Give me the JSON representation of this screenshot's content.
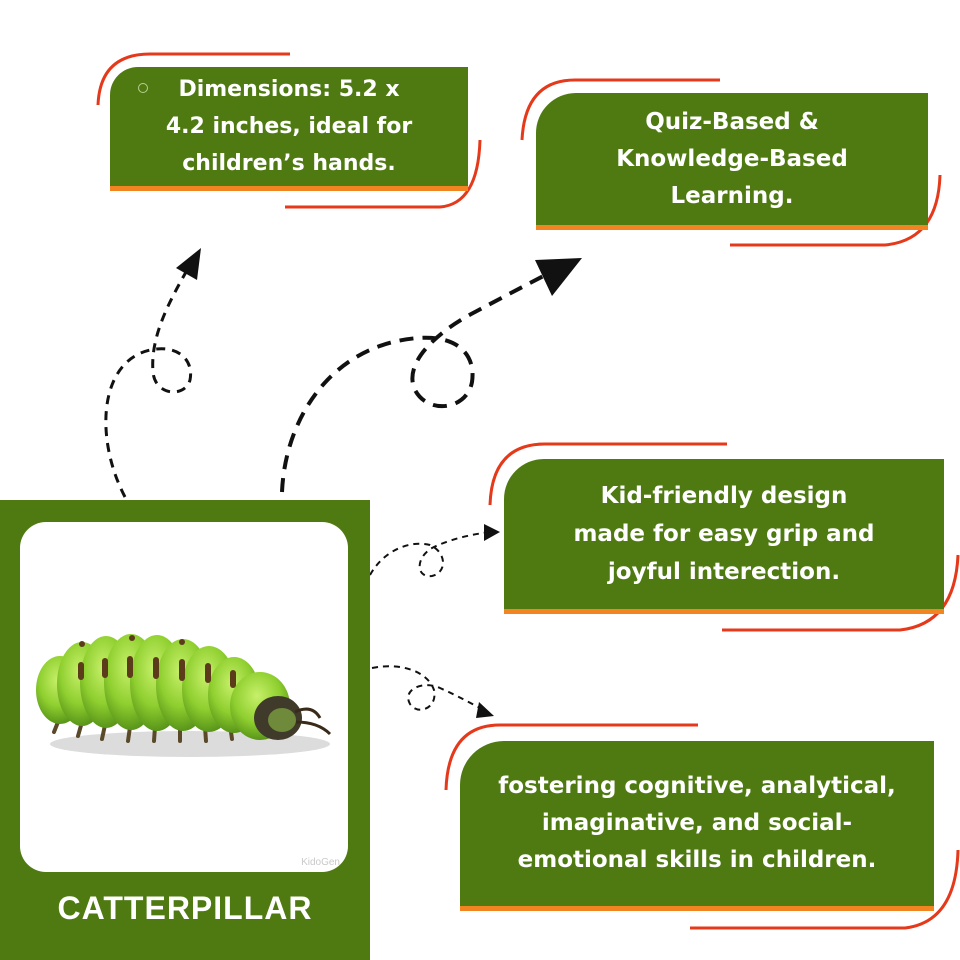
{
  "features": [
    {
      "lines": [
        "Dimensions: 5.2 x",
        "4.2 inches, ideal for",
        "children’s hands."
      ]
    },
    {
      "lines": [
        "Quiz-Based &",
        "Knowledge-Based",
        "Learning."
      ]
    },
    {
      "lines": [
        "Kid-friendly design",
        "made for easy grip and",
        "joyful interection."
      ]
    },
    {
      "lines": [
        "fostering cognitive, analytical,",
        "imaginative, and social-",
        "emotional skills in children."
      ]
    }
  ],
  "card": {
    "title": "CATTERPILLAR",
    "watermark": "KidoGen",
    "image": "caterpillar-photo"
  },
  "colors": {
    "green": "#4f7a12",
    "orange": "#f28522",
    "red": "#e5391b",
    "white": "#ffffff",
    "arrow": "#111111"
  }
}
